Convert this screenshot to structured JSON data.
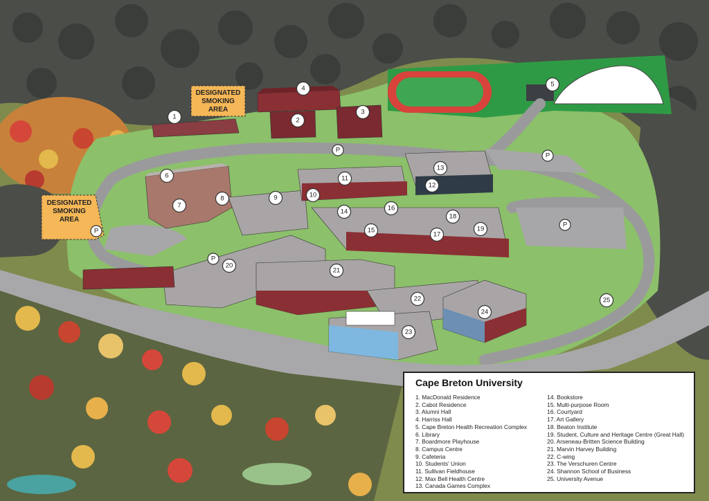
{
  "map_title": "Cape Breton University",
  "smoking_areas": [
    {
      "line1": "DESIGNATED",
      "line2": "SMOKING",
      "line3": "AREA"
    },
    {
      "line1": "DESIGNATED",
      "line2": "SMOKING",
      "line3": "AREA"
    }
  ],
  "parking_label": "P",
  "legend_items": [
    "1. MacDonald Residence",
    "2. Cabot Residence",
    "3. Alumni Hall",
    "4. Harriss Hall",
    "5. Cape Breton Health Recreation Complex",
    "6. Library",
    "7. Boardmore Playhouse",
    "8. Campus Centre",
    "9. Cafeteria",
    "10. Students' Union",
    "11. Sullivan Fieldhouse",
    "12. Max Bell Health Centre",
    "13. Canada Games Complex",
    "14. Bookstore",
    "15. Multi-purpose Room",
    "16. Courtyard",
    "17. Art Gallery",
    "18. Beaton Institute",
    "19. Student, Culture and Heritage Centre (Great Hall)",
    "20. Arseneau-Britten Science Building",
    "21. Marvin Harvey Building",
    "22. C-wing",
    "23. The Verschuren Centre",
    "24. Shannon School of Business",
    "25. University Avenue"
  ],
  "building_markers": [
    "1",
    "2",
    "3",
    "4",
    "5",
    "6",
    "7",
    "8",
    "9",
    "10",
    "11",
    "12",
    "13",
    "14",
    "15",
    "16",
    "17",
    "18",
    "19",
    "20",
    "21",
    "22",
    "23",
    "24",
    "25"
  ],
  "colors": {
    "forest": "#4a4d48",
    "grass": "#8cc06a",
    "road": "#9a9a9c",
    "track": "#d8433b",
    "brick": "#8a2f34",
    "roof": "#a9a5a6",
    "smoking_sign": "#f5b757"
  }
}
